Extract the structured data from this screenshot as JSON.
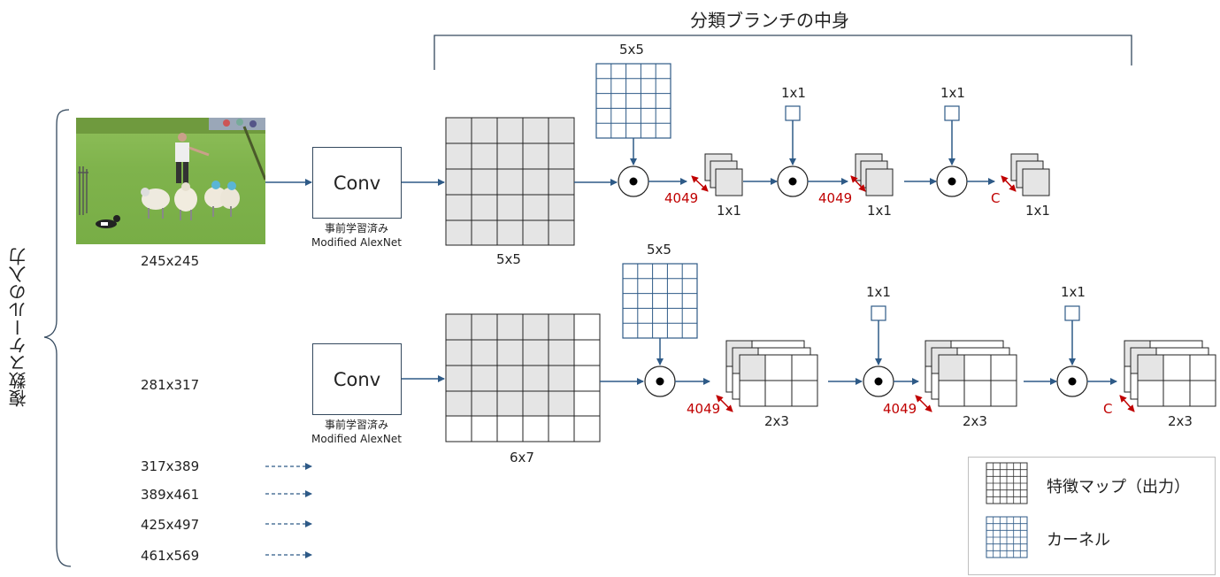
{
  "title": "分類ブランチの中身",
  "side_label": "複数スケールの入力",
  "conv": {
    "label": "Conv",
    "caption_line1": "事前学習済み",
    "caption_line2": "Modified AlexNet"
  },
  "row1": {
    "input_size": "245x245",
    "feature_map_size": "5x5",
    "kernel_size": "5x5",
    "kernel2_size": "1x1",
    "kernel3_size": "1x1",
    "channels1": "4049",
    "channels2": "4049",
    "channels3": "C",
    "out1_size": "1x1",
    "out2_size": "1x1",
    "out3_size": "1x1"
  },
  "row2": {
    "input_size": "281x317",
    "feature_map_size": "6x7",
    "kernel_size": "5x5",
    "kernel2_size": "1x1",
    "kernel3_size": "1x1",
    "channels1": "4049",
    "channels2": "4049",
    "channels3": "C",
    "out1_size": "2x3",
    "out2_size": "2x3",
    "out3_size": "2x3"
  },
  "other_scales": [
    "317x389",
    "389x461",
    "425x497",
    "461x569"
  ],
  "legend": {
    "feature_map_label": "特徴マップ（出力）",
    "kernel_label": "カーネル"
  },
  "colors": {
    "arrow": "#2e5a87",
    "red": "#c00000",
    "kernel_grid": "#2e5a87",
    "shaded_cell": "#e5e5e5"
  }
}
